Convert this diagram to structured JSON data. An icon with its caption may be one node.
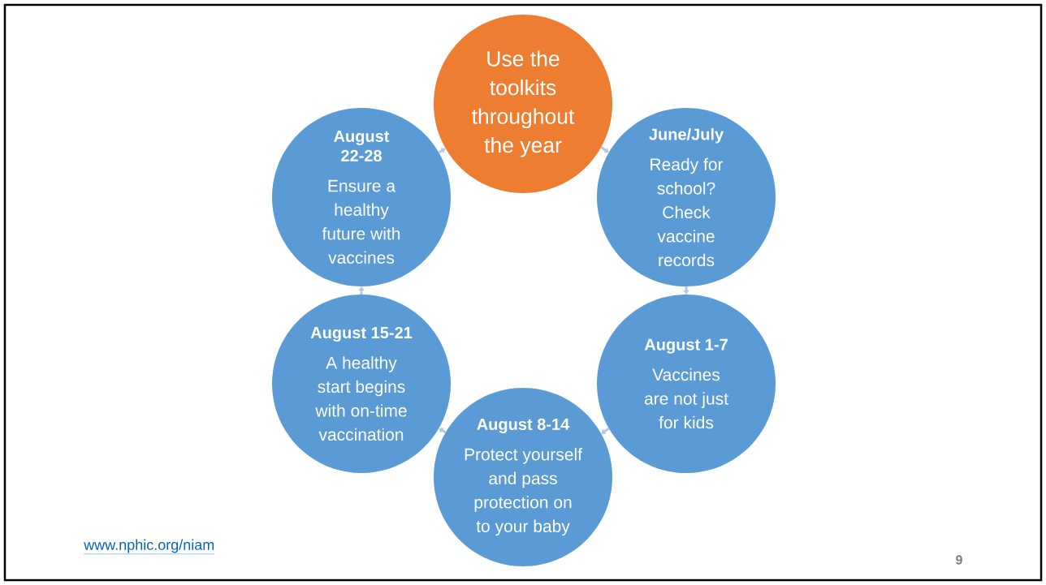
{
  "diagram": {
    "nodes": [
      {
        "text": [
          "Use the toolkits throughout the year"
        ]
      },
      {
        "text": [
          "June/July",
          "Ready for school? Check vaccine records"
        ]
      },
      {
        "text": [
          "August 1-7",
          "Vaccines are not just for kids"
        ]
      },
      {
        "text": [
          "August 8-14",
          "Protect yourself and pass protection on to your baby"
        ]
      },
      {
        "text": [
          "August 15-21",
          "A healthy start begins with on-time vaccination"
        ]
      },
      {
        "text": [
          "August 22-28",
          "Ensure a healthy future with vaccines"
        ]
      }
    ],
    "edges": [
      {
        "from": 0,
        "to": 1,
        "arrow": "to"
      },
      {
        "from": 1,
        "to": 2,
        "arrow": "to"
      },
      {
        "from": 2,
        "to": 3,
        "arrow": "to"
      },
      {
        "from": 3,
        "to": 4,
        "arrow": "to"
      },
      {
        "from": 4,
        "to": 5,
        "arrow": "to"
      },
      {
        "from": 5,
        "to": 0,
        "arrow": "to"
      }
    ],
    "labels": [
      "www.nphic.org/niam",
      "9"
    ]
  }
}
